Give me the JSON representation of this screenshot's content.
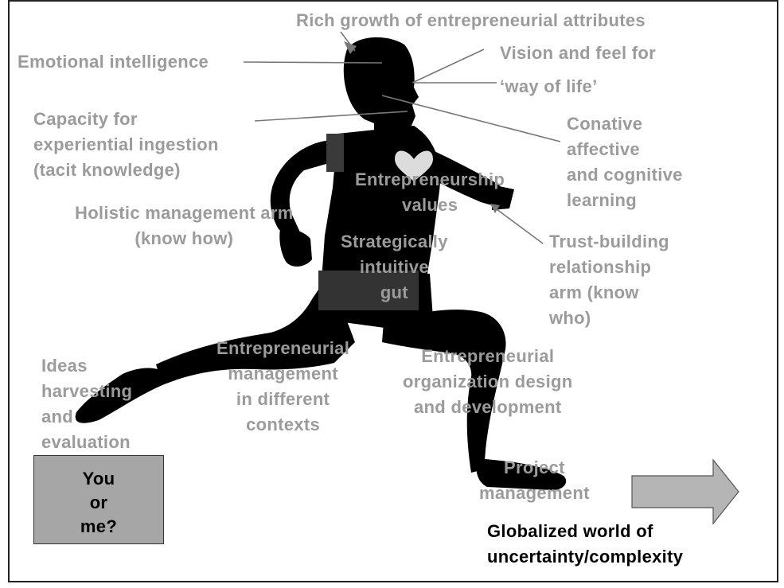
{
  "labels": {
    "rich_growth": "Rich growth of entrepreneurial attributes",
    "emotional_intelligence": "Emotional intelligence",
    "vision": "Vision and feel for\n‘way of life’",
    "capacity": "Capacity for\nexperiential ingestion\n(tacit knowledge)",
    "conative": "Conative\naffective\nand cognitive\nlearning",
    "values": "Entrepreneurship\nvalues",
    "holistic": "Holistic management arm\n(know how)",
    "trust": "Trust-building\nrelationship\narm (know\nwho)",
    "gut": "Strategically\nintuitive\ngut",
    "ideas": "Ideas\nharvesting\nand\nevaluation",
    "ent_management": "Entrepreneurial\nmanagement\nin different\ncontexts",
    "org_design": "Entrepreneurial\norganization design\nand development",
    "project": "Project\nmanagement",
    "globalized": "Globalized world of\nuncertainty/complexity",
    "you_or_me": "You\nor\nme?"
  },
  "colors": {
    "label_gray": "#9b9b9b",
    "silhouette": "#000000",
    "box_fill": "#a6a6a6",
    "arrow_fill": "#b5b5b5",
    "heart": "#dcdcdc"
  }
}
